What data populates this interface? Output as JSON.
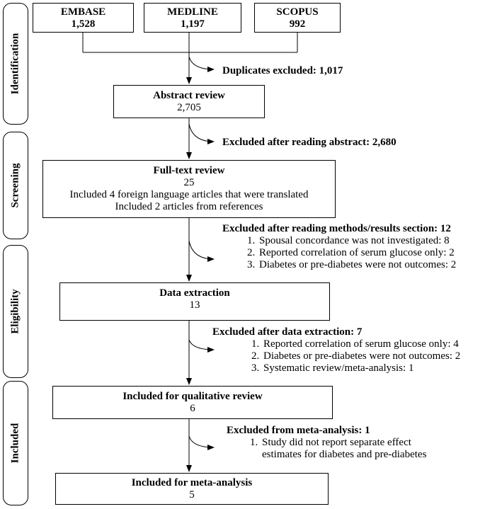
{
  "stages": [
    "Identification",
    "Screening",
    "Eligibility",
    "Included"
  ],
  "sources": [
    {
      "name": "EMBASE",
      "count": "1,528"
    },
    {
      "name": "MEDLINE",
      "count": "1,197"
    },
    {
      "name": "SCOPUS",
      "count": "992"
    }
  ],
  "duplicates": "Duplicates excluded: 1,017",
  "abstract": {
    "title": "Abstract review",
    "count": "2,705"
  },
  "excl_abstract": "Excluded after reading abstract: 2,680",
  "fulltext": {
    "title": "Full-text review",
    "count": "25",
    "notes": [
      "Included 4 foreign language articles that were translated",
      "Included 2 articles from references"
    ]
  },
  "excl_methods": {
    "head": "Excluded after reading methods/results section: 12",
    "items": [
      "Spousal concordance was not investigated: 8",
      "Reported correlation of serum glucose only: 2",
      "Diabetes or pre-diabetes were not outcomes: 2"
    ]
  },
  "extraction": {
    "title": "Data extraction",
    "count": "13"
  },
  "excl_extraction": {
    "head": "Excluded after data extraction: 7",
    "items": [
      "Reported correlation of serum glucose only: 4",
      "Diabetes or pre-diabetes were not outcomes: 2",
      "Systematic review/meta-analysis: 1"
    ]
  },
  "qualitative": {
    "title": "Included for qualitative review",
    "count": "6"
  },
  "excl_meta": {
    "head": "Excluded from meta-analysis: 1",
    "items": [
      "Study did not report separate effect estimates for diabetes and pre-diabetes"
    ]
  },
  "meta": {
    "title": "Included for meta-analysis",
    "count": "5"
  }
}
